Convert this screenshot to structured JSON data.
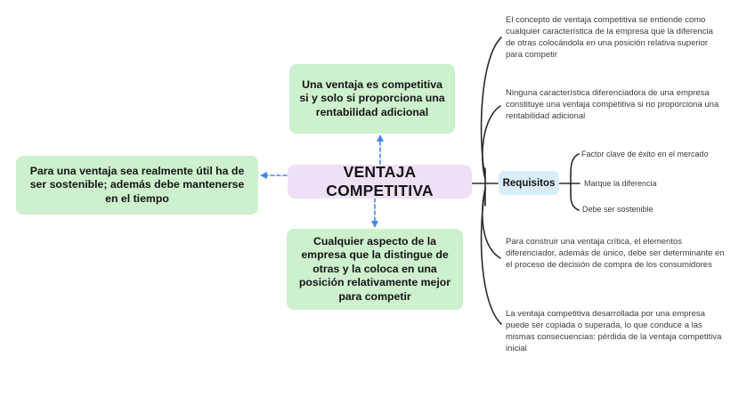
{
  "diagram": {
    "title_node": {
      "label": "VENTAJA COMPETITIVA"
    },
    "left_node": {
      "label": "Para una ventaja sea realmente útil ha de ser sostenible; además debe mantenerse en el tiempo"
    },
    "top_node": {
      "label": "Una ventaja es competitiva si y solo si proporciona una rentabilidad adicional"
    },
    "bottom_node": {
      "label": "Cualquier aspecto de la empresa que la distingue de otras y la coloca en una posición relativamente mejor para competir"
    },
    "right_notes": [
      {
        "text": "El concepto de ventaja competitiva se entiende como cualquier característica de la empresa que la diferencia de otras colocándola en una posición relativa superior para competir"
      },
      {
        "text": "Ninguna característica diferenciadora de una empresa constituye una ventaja competitiva si no proporciona una rentabilidad adicional"
      },
      {
        "text": "Para construir una ventaja crítica, el elementos diferenciador, además de único, debe ser determinante en el proceso de decisión de compra de los consumidores"
      },
      {
        "text": "La ventaja competitiva desarrollada por una empresa puede ser copiada o superada, lo que conduce a las mismas consecuencias: pérdida de la ventaja competitiva inicial"
      }
    ],
    "requisitos": {
      "label": "Requisitos",
      "items": [
        "Factor clave de éxito en el mercado",
        "Marque la diferencia",
        "Debe ser sostenible"
      ]
    },
    "colors": {
      "green_node": "#cdf0cd",
      "purple_node": "#eee0f5",
      "blue_node": "#d9edf8",
      "arrow_blue": "#4285f4",
      "connector_black": "#2b2b2b"
    }
  }
}
